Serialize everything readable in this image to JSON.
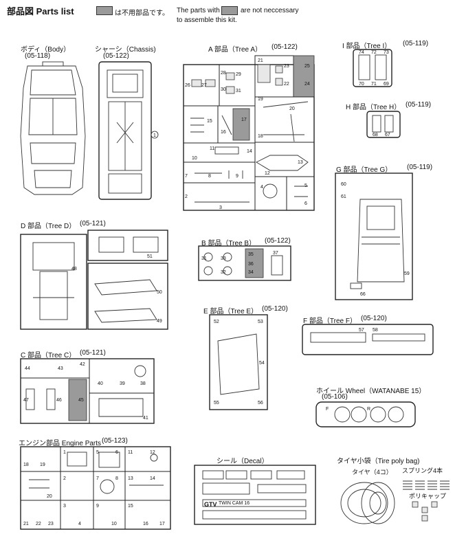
{
  "header": {
    "title": "部品図 Parts list",
    "legend_jp": "は不用部品です。",
    "legend_en_1": "The parts with",
    "legend_en_2": "are not neccessary",
    "legend_en_3": "to assemble this kit."
  },
  "body": {
    "name": "ボディ（Body）",
    "code": "(05-118)"
  },
  "chassis": {
    "name": "シャーシ（Chassis)",
    "code": "(05-122)",
    "nums": [
      "1"
    ]
  },
  "tree_a": {
    "name": "A 部品（Tree A）",
    "code": "(05-122)",
    "nums": [
      "26",
      "27",
      "28",
      "29",
      "30",
      "31",
      "21",
      "22",
      "23",
      "24",
      "25",
      "19",
      "20",
      "15",
      "16",
      "17",
      "18",
      "10",
      "11",
      "12",
      "13",
      "14",
      "7",
      "8",
      "9",
      "2",
      "3",
      "4",
      "5",
      "6"
    ]
  },
  "tree_i": {
    "name": "I 部品（Tree I）",
    "code": "(05-119)",
    "nums": [
      "74",
      "72",
      "73",
      "70",
      "71",
      "69"
    ]
  },
  "tree_h": {
    "name": "H 部品（Tree H）",
    "code": "(05-119)",
    "nums": [
      "68",
      "67"
    ]
  },
  "tree_g": {
    "name": "G 部品（Tree G）",
    "code": "(05-119)",
    "nums": [
      "60",
      "61",
      "59",
      "66"
    ]
  },
  "tree_d": {
    "name": "D 部品（Tree D）",
    "code": "(05-121)",
    "nums": [
      "48",
      "51",
      "50",
      "49"
    ]
  },
  "tree_b": {
    "name": "B 部品（Tree B）",
    "code": "(05-122)",
    "nums": [
      "31",
      "32",
      "33",
      "34",
      "35",
      "36",
      "37"
    ]
  },
  "tree_e": {
    "name": "E 部品（Tree E）",
    "code": "(05-120)",
    "nums": [
      "52",
      "53",
      "54",
      "55",
      "56"
    ]
  },
  "tree_f": {
    "name": "F 部品（Tree F）",
    "code": "(05-120)",
    "nums": [
      "57",
      "58"
    ]
  },
  "tree_c": {
    "name": "C 部品（Tree C）",
    "code": "(05-121)",
    "nums": [
      "44",
      "43",
      "42",
      "40",
      "39",
      "38",
      "47",
      "46",
      "45",
      "41"
    ]
  },
  "wheel": {
    "name": "ホイール Wheel（WATANABE 15）",
    "code": "(05-106)",
    "nums": [
      "F",
      "R"
    ]
  },
  "engine": {
    "name": "エンジン部品 Engine Parts",
    "code": "(05-123)",
    "nums": [
      "18",
      "19",
      "20",
      "21",
      "22",
      "23",
      "1",
      "2",
      "3",
      "4",
      "5",
      "6",
      "7",
      "8",
      "9",
      "10",
      "11",
      "12",
      "13",
      "14",
      "15",
      "16",
      "17"
    ]
  },
  "decal": {
    "name": "シール（Decal）",
    "decal_text": [
      "GTV",
      "TWIN CAM 16"
    ]
  },
  "tire_bag": {
    "name": "タイヤ小袋（Tire poly bag)",
    "tire_label": "タイヤ（4コ）",
    "spring_label": "スプリング4本",
    "cap_label": "ポリキャップ"
  },
  "colors": {
    "unneeded_part": "#9a9a9a",
    "line": "#222222",
    "paper": "#ffffff"
  }
}
